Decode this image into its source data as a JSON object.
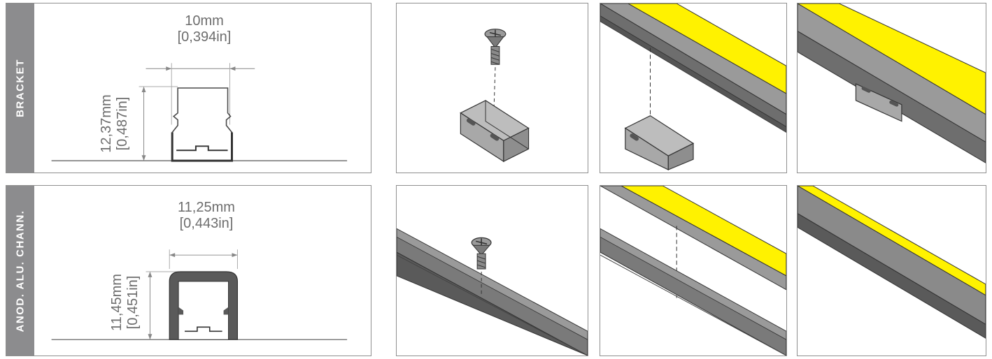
{
  "rows": [
    {
      "label": "BRACKET",
      "width_mm": "10mm",
      "width_in": "[0,394in]",
      "height_mm": "12,37mm",
      "height_in": "[0,487in]"
    },
    {
      "label": "ANOD. ALU. CHANN.",
      "width_mm": "11,25mm",
      "width_in": "[0,443in]",
      "height_mm": "11,45mm",
      "height_in": "[0,451in]"
    }
  ],
  "colors": {
    "tab": "#8c8c8e",
    "led_strip": "#fff200",
    "channel": "#5a5a5a",
    "dimension_text": "#6d6d6d"
  }
}
